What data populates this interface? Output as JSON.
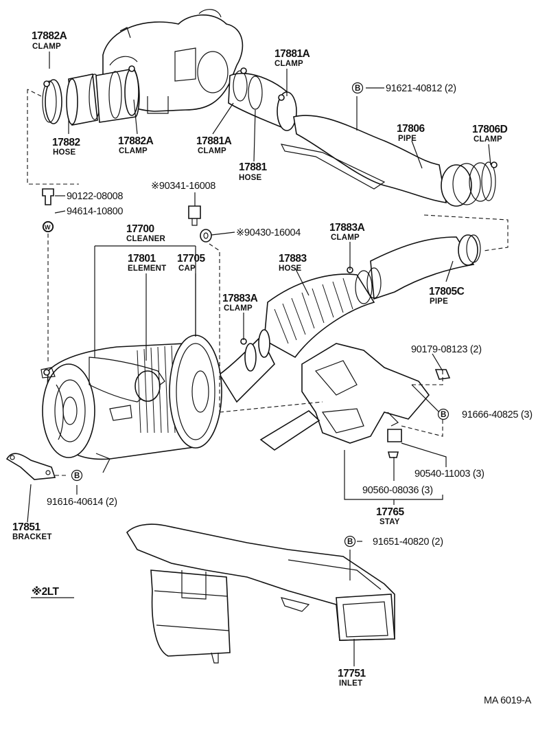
{
  "footer_code": "MA  6019-A",
  "note_2lt": "※2LT",
  "callouts": {
    "c17882A_top": {
      "num": "17882A",
      "name": "CLAMP"
    },
    "c17882": {
      "num": "17882",
      "name": "HOSE"
    },
    "c17882A_mid": {
      "num": "17882A",
      "name": "CLAMP"
    },
    "c17881A_top": {
      "num": "17881A",
      "name": "CLAMP"
    },
    "c17881A_mid": {
      "num": "17881A",
      "name": "CLAMP"
    },
    "c17881": {
      "num": "17881",
      "name": "HOSE"
    },
    "c91621": {
      "num": "91621-40812 (2)",
      "badge": "B"
    },
    "c17806": {
      "num": "17806",
      "name": "PIPE"
    },
    "c17806D": {
      "num": "17806D",
      "name": "CLAMP"
    },
    "c90122": {
      "num": "90122-08008"
    },
    "c94614": {
      "num": "94614-10800",
      "badge": "W"
    },
    "c90341": {
      "num": "※90341-16008"
    },
    "c90430": {
      "num": "※90430-16004"
    },
    "c17700": {
      "num": "17700",
      "name": "CLEANER"
    },
    "c17801": {
      "num": "17801",
      "name": "ELEMENT"
    },
    "c17705": {
      "num": "17705",
      "name": "CAP"
    },
    "c17883A_top": {
      "num": "17883A",
      "name": "CLAMP"
    },
    "c17883": {
      "num": "17883",
      "name": "HOSE"
    },
    "c17883A_mid": {
      "num": "17883A",
      "name": "CLAMP"
    },
    "c17805C": {
      "num": "17805C",
      "name": "PIPE"
    },
    "c90179": {
      "num": "90179-08123 (2)"
    },
    "c91666": {
      "num": "91666-40825 (3)",
      "badge": "B"
    },
    "c90540": {
      "num": "90540-11003 (3)"
    },
    "c90560": {
      "num": "90560-08036 (3)"
    },
    "c17765": {
      "num": "17765",
      "name": "STAY"
    },
    "c91616": {
      "num": "91616-40614 (2)",
      "badge": "B"
    },
    "c17851": {
      "num": "17851",
      "name": "BRACKET"
    },
    "c91651": {
      "num": "91651-40820 (2)",
      "badge": "B"
    },
    "c17751": {
      "num": "17751",
      "name": "INLET"
    }
  }
}
